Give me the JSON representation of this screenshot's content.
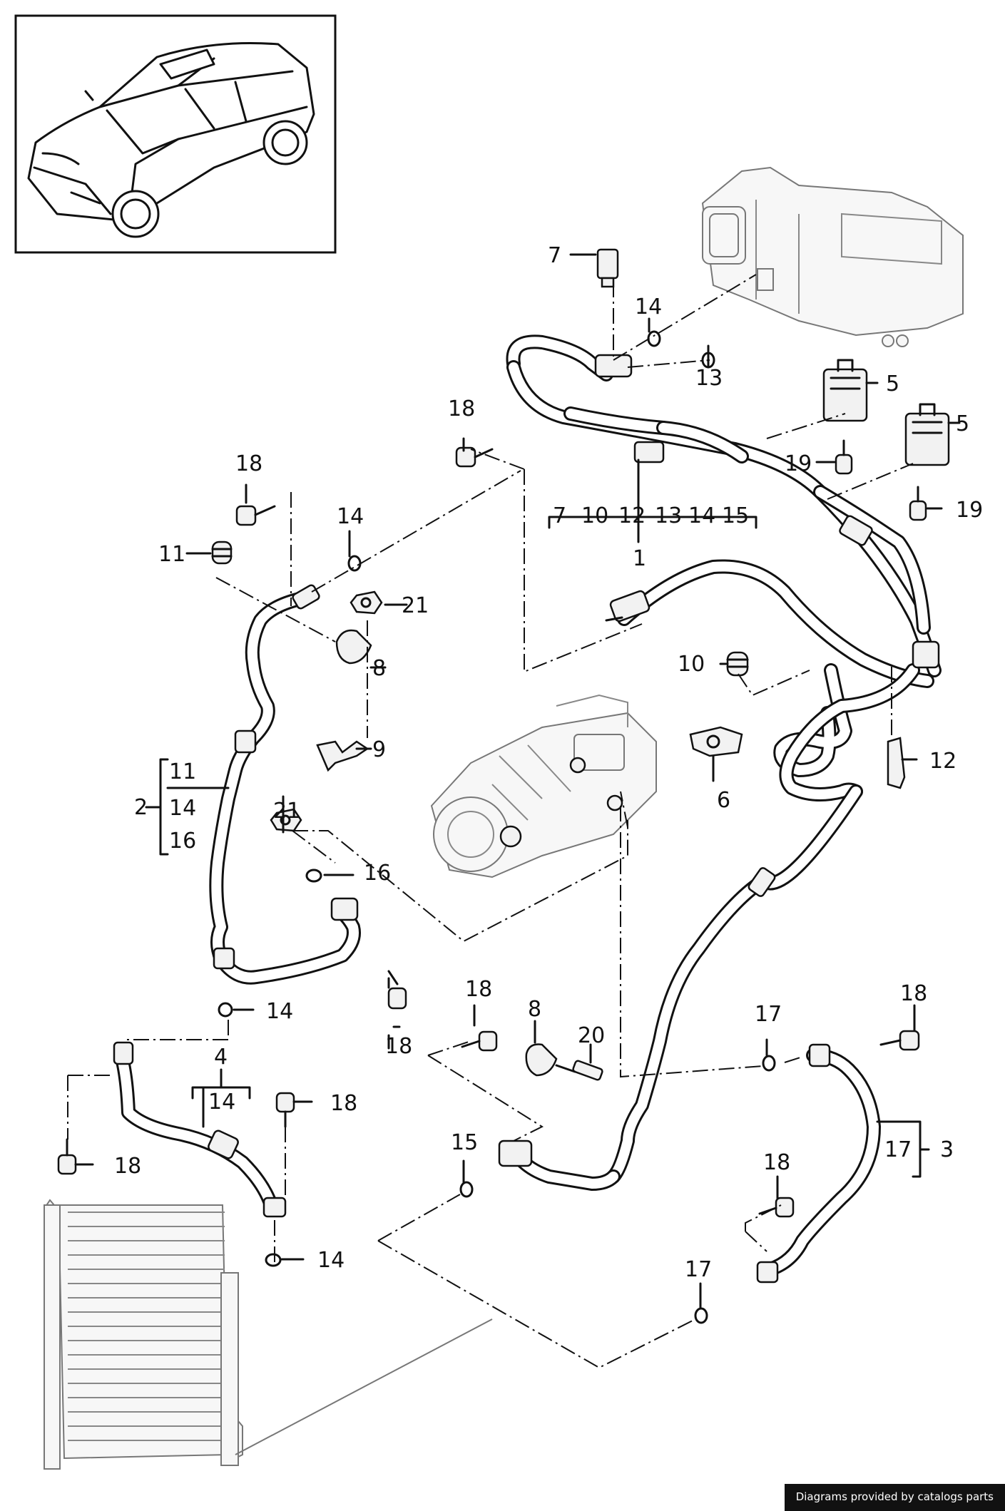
{
  "labels": {
    "p1": "1",
    "p2": "2",
    "p3": "3",
    "p4": "4",
    "p5a": "5",
    "p5b": "5",
    "p6": "6",
    "p7": "7",
    "p8a": "8",
    "p8b": "8",
    "p9": "9",
    "p10": "10",
    "p11": "11",
    "p12": "12",
    "p13": "13",
    "p14a": "14",
    "p14b": "14",
    "p14c": "14",
    "p14d": "14",
    "p15": "15",
    "p16": "16",
    "p17a": "17",
    "p17b": "17",
    "p18a": "18",
    "p18b": "18",
    "p18c": "18",
    "p18d": "18",
    "p18e": "18",
    "p18f": "18",
    "p18g": "18",
    "p18h": "18",
    "p19a": "19",
    "p19b": "19",
    "p20": "20",
    "p21a": "21",
    "p21b": "21"
  },
  "groups": {
    "group1": [
      "7",
      "10",
      "12",
      "13",
      "14",
      "15"
    ],
    "group2": [
      "11",
      "14",
      "16"
    ],
    "group3": [
      "17"
    ],
    "group4": [
      "14"
    ]
  },
  "footer": "Diagrams provided by catalogs parts"
}
